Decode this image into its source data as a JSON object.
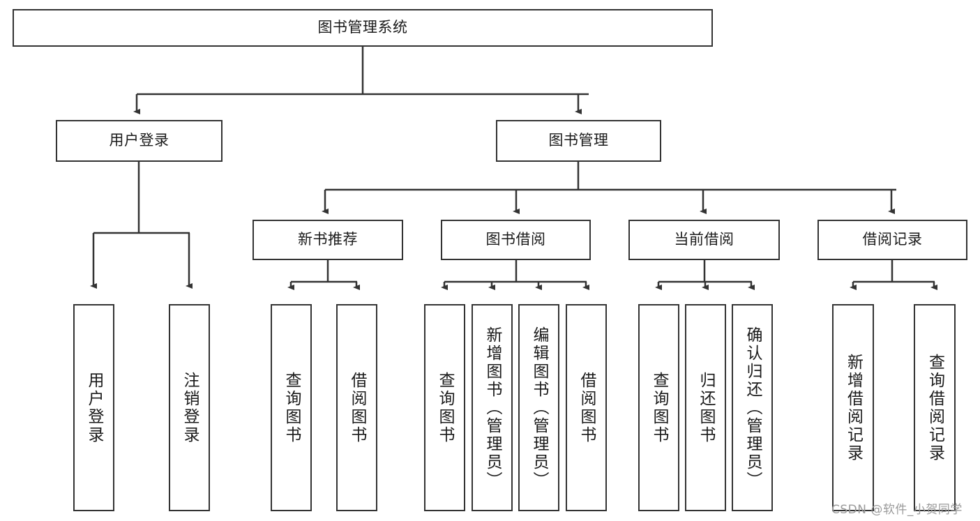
{
  "diagram": {
    "title": "图书管理系统",
    "type": "tree-hierarchy-chart",
    "root": {
      "label": "图书管理系统"
    },
    "level2": [
      {
        "label": "用户登录"
      },
      {
        "label": "图书管理"
      }
    ],
    "level3": [
      {
        "label": "新书推荐"
      },
      {
        "label": "图书借阅"
      },
      {
        "label": "当前借阅"
      },
      {
        "label": "借阅记录"
      }
    ],
    "leaves": {
      "user_login": [
        {
          "label": "用户登录"
        },
        {
          "label": "注销登录"
        }
      ],
      "new_book_recommend": [
        {
          "label": "查询图书"
        },
        {
          "label": "借阅图书"
        }
      ],
      "book_borrow": [
        {
          "label": "查询图书"
        },
        {
          "label": "新增图书（管理员）"
        },
        {
          "label": "编辑图书（管理员）"
        },
        {
          "label": "借阅图书"
        }
      ],
      "current_borrow": [
        {
          "label": "查询图书"
        },
        {
          "label": "归还图书"
        },
        {
          "label": "确认归还（管理员）"
        }
      ],
      "borrow_record": [
        {
          "label": "新增借阅记录"
        },
        {
          "label": "查询借阅记录"
        }
      ]
    }
  },
  "watermark": {
    "text": "CSDN @软件_小贺同学"
  },
  "colors": {
    "stroke": "#333333",
    "text": "#1a1a1a",
    "background": "#ffffff",
    "watermark": "#9a9a9a"
  }
}
